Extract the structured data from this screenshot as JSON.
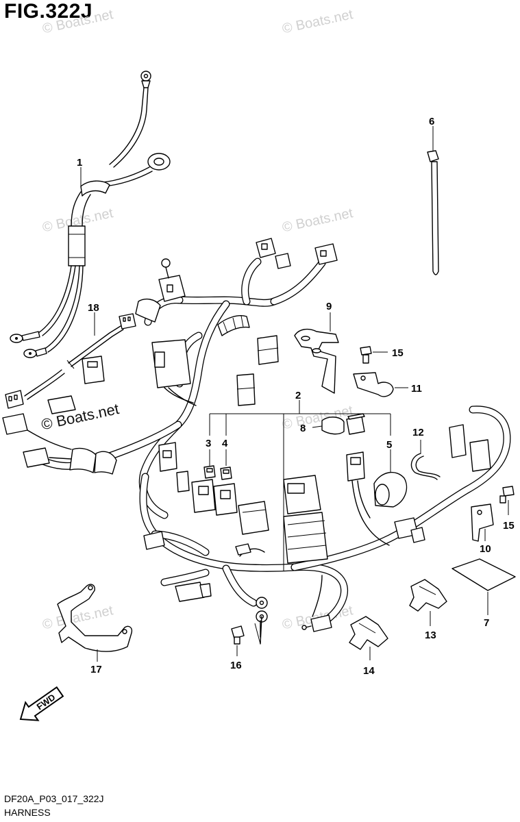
{
  "figure": {
    "title": "FIG.322J",
    "code": "DF20A_P03_017_322J",
    "name": "HARNESS"
  },
  "watermark": "© Boats.net",
  "direction_arrow": {
    "label": "FWD",
    "icon": "fwd-arrow-icon"
  },
  "callouts": [
    "1",
    "2",
    "3",
    "4",
    "5",
    "6",
    "7",
    "8",
    "9",
    "10",
    "11",
    "12",
    "13",
    "14",
    "15",
    "15",
    "16",
    "17",
    "18"
  ]
}
